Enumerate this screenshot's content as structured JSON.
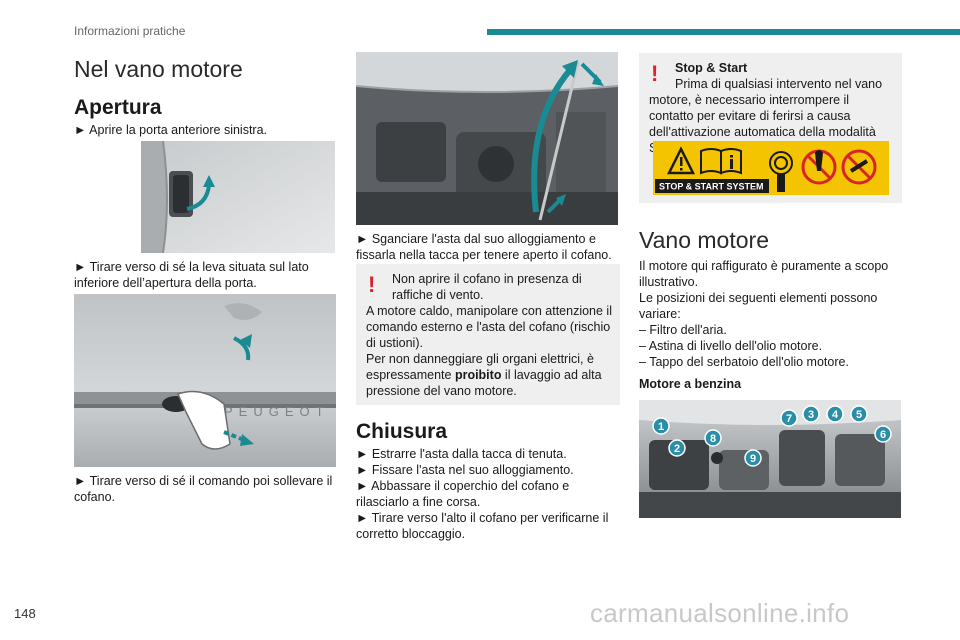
{
  "header": {
    "section": "Informazioni pratiche"
  },
  "page_title": "Nel vano motore",
  "apertura": {
    "title": "Apertura",
    "step1": "► Aprire la porta anteriore sinistra.",
    "step2": "► Tirare verso di sé la leva situata sul lato inferiore dell’apertura della porta.",
    "step3": "► Tirare verso di sé il comando poi sollevare il cofano.",
    "photo_text": "PEUGEOT"
  },
  "middle": {
    "step4": "► Sganciare l'asta dal suo alloggiamento e fissarla nella tacca per tenere aperto il cofano.",
    "warning": {
      "line1": "Non aprire il cofano in presenza di raffiche di vento.",
      "line2": "A motore caldo, manipolare con attenzione il comando esterno e l'asta del cofano (rischio di ustioni).",
      "line3_pre": "Per non danneggiare gli organi elettrici, è espressamente ",
      "line3_bold": "proibito",
      "line3_post": " il lavaggio ad alta pressione del vano motore."
    }
  },
  "chiusura": {
    "title": "Chiusura",
    "steps": [
      "► Estrarre l'asta dalla tacca di tenuta.",
      "► Fissare l'asta nel suo alloggiamento.",
      "► Abbassare il coperchio del cofano e rilasciarlo a fine corsa.",
      "► Tirare verso l'alto il cofano per verificarne il corretto bloccaggio."
    ]
  },
  "stop_start": {
    "title": "Stop & Start",
    "text": "Prima di qualsiasi intervento nel vano motore, è necessario interrompere il contatto per evitare di ferirsi a causa dell'attivazione automatica della modalità START.",
    "label": "STOP & START SYSTEM"
  },
  "vano": {
    "title": "Vano motore",
    "intro": "Il motore qui raffigurato è puramente a scopo illustrativo.",
    "positions": "Le posizioni dei seguenti elementi possono variare:",
    "items": [
      "–  Filtro dell'aria.",
      "–  Astina di livello dell'olio motore.",
      "–  Tappo del serbatoio dell'olio motore."
    ],
    "subtitle": "Motore a benzina",
    "markers": [
      "1",
      "2",
      "3",
      "4",
      "5",
      "6",
      "7",
      "8",
      "9"
    ]
  },
  "footer": {
    "page_number": "148",
    "watermark": "carmanualsonline.info"
  },
  "colors": {
    "accent": "#1a8a93",
    "warning": "#d8232a",
    "warn_bg": "#efeff0",
    "marker": "#2a8ea8",
    "sticker": "#f5c400"
  }
}
